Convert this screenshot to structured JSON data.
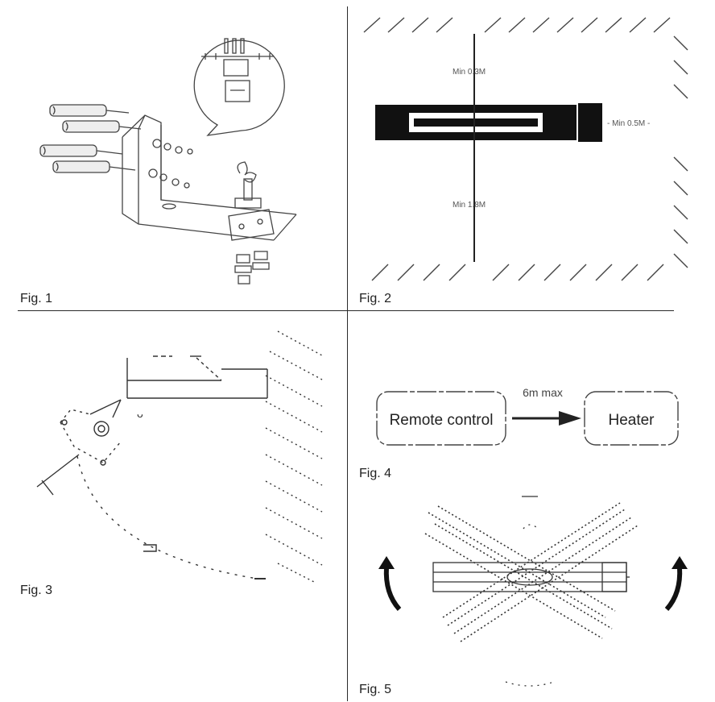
{
  "figures": {
    "fig1": {
      "label": "Fig. 1"
    },
    "fig2": {
      "label": "Fig. 2",
      "top_clearance": "Min 0.3M",
      "side_clearance": "- Min 0.5M -",
      "bottom_clearance": "Min 1.8M"
    },
    "fig3": {
      "label": "Fig. 3"
    },
    "fig4": {
      "label": "Fig. 4",
      "source_box": "Remote control",
      "target_box": "Heater",
      "distance": "6m max"
    },
    "fig5": {
      "label": "Fig. 5"
    }
  },
  "colors": {
    "line": "#1a1a1a",
    "hatch": "#555555",
    "light_line": "#777777"
  }
}
